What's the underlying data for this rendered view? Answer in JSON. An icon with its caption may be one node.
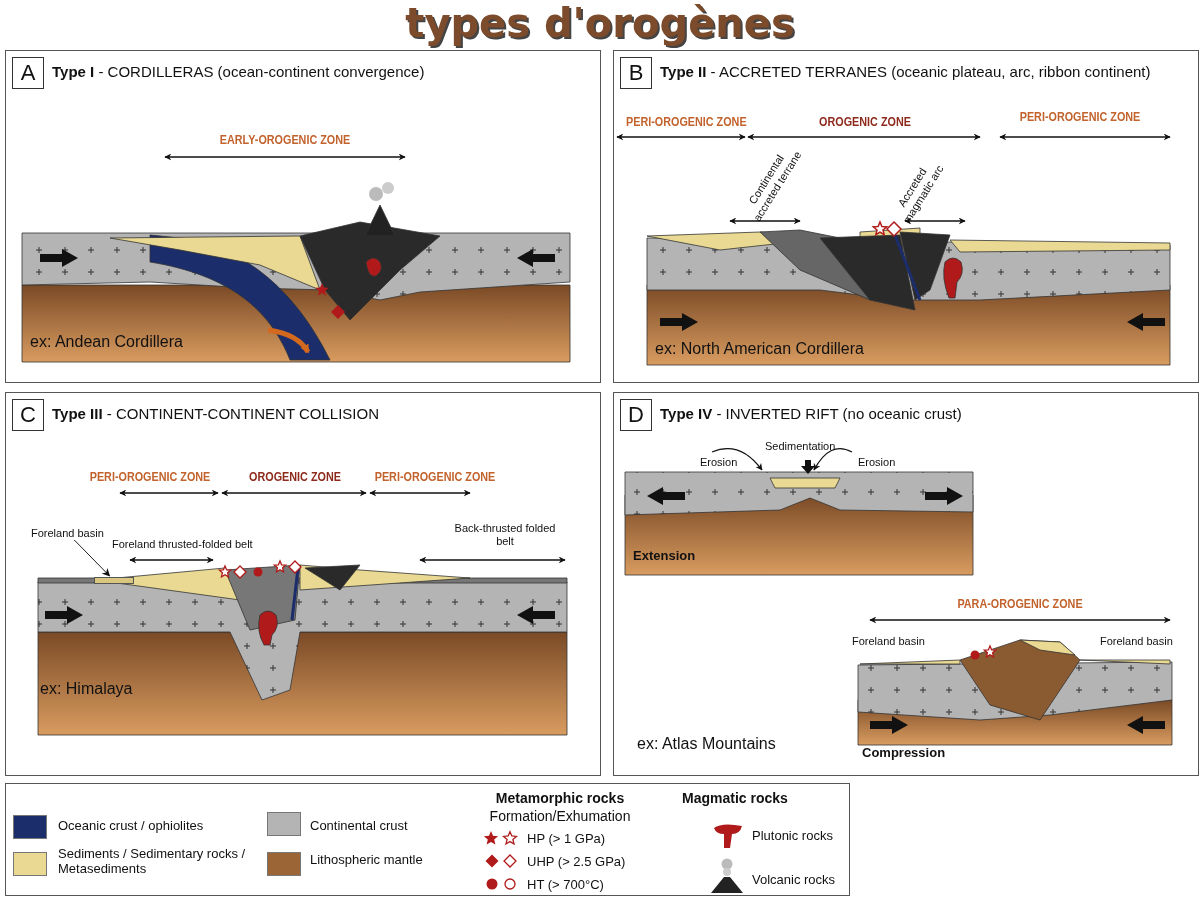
{
  "diagram": {
    "title": "types d'orogènes",
    "nodes": [
      {
        "text": [
          "A",
          "**Type I** - CORDILLERAS (ocean-continent convergence)"
        ]
      },
      {
        "text": [
          "B",
          "**Type II** - ACCRETED TERRANES (oceanic plateau, arc, ribbon continent)"
        ]
      },
      {
        "text": [
          "C",
          "**Type III** - CONTINENT-CONTINENT COLLISION"
        ]
      },
      {
        "text": [
          "D",
          "**Type IV** - INVERTED RIFT (no oceanic crust)"
        ]
      },
      {
        "text": [
          "Foreland basin"
        ],
        "in": 2
      },
      {
        "text": [],
        "shape": "bar",
        "in": 2
      }
    ],
    "edges": [
      {
        "from": 4,
        "to": 5,
        "arrow": "to"
      }
    ],
    "labels": [
      "EARLY-OROGENIC ZONE",
      "ex: Andean Cordillera",
      "PERI-OROGENIC ZONE",
      "OROGENIC ZONE",
      "PERI-OROGENIC ZONE",
      "Continental accreted terrane",
      "Accreted magmatic arc",
      "ex: North American Cordillera",
      "PERI-OROGENIC ZONE",
      "OROGENIC ZONE",
      "PERI-OROGENIC ZONE",
      "Foreland thrusted-folded belt",
      "Back-thrusted folded belt",
      "ex: Himalaya",
      "Erosion",
      "Sedimentation",
      "Erosion",
      "Extension",
      "PARA-OROGENIC ZONE",
      "Foreland basin",
      "Foreland basin",
      "Compression",
      "ex: Atlas Mountains",
      "Metamorphic rocks",
      "Formation/Exhumation",
      "Magmatic rocks"
    ],
    "legend": [
      {
        "text": "Oceanic crust / ophiolites",
        "color": "#1b2d6b"
      },
      {
        "text": "Sediments / Sedimentary rocks / Metasediments",
        "color": "#e9d992"
      },
      {
        "text": "Continental crust",
        "color": "#b4b4b4"
      },
      {
        "text": "Lithospheric mantle",
        "color": "#9b6535"
      },
      {
        "text": "HP (> 1 GPa)"
      },
      {
        "text": "UHP (> 2.5 GPa)"
      },
      {
        "text": "HT (> 700°C)"
      },
      {
        "text": "Plutonic rocks"
      },
      {
        "text": "Volcanic rocks"
      }
    ]
  }
}
